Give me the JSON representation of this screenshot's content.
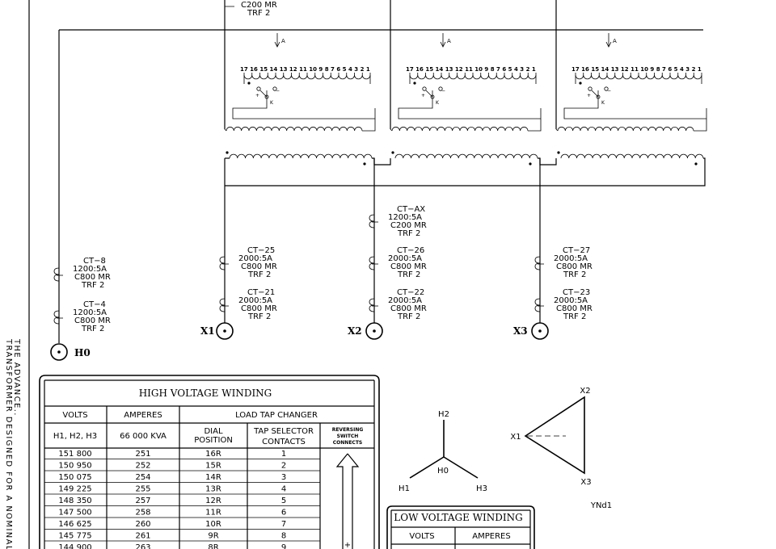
{
  "top_ct": {
    "rating": "C200 MR",
    "trf": "TRF 2"
  },
  "arrow_label": "A",
  "tap_numbers": "17 16 15 14 13 12 11 10 9 8 7 6 5 4 3 2 1",
  "k_label": "K",
  "sign_plus": "+",
  "sign_minus": "−",
  "cts": [
    {
      "id": "ct-8",
      "name": "CT−8",
      "ratio": "1200:5A",
      "rating": "C800 MR",
      "trf": "TRF 2"
    },
    {
      "id": "ct-4",
      "name": "CT−4",
      "ratio": "1200:5A",
      "rating": "C800 MR",
      "trf": "TRF 2"
    },
    {
      "id": "ct-25",
      "name": "CT−25",
      "ratio": "2000:5A",
      "rating": "C800 MR",
      "trf": "TRF 2"
    },
    {
      "id": "ct-21",
      "name": "CT−21",
      "ratio": "2000:5A",
      "rating": "C800 MR",
      "trf": "TRF 2"
    },
    {
      "id": "ct-ax",
      "name": "CT−AX",
      "ratio": "1200:5A",
      "rating": "C200 MR",
      "trf": "TRF 2"
    },
    {
      "id": "ct-26",
      "name": "CT−26",
      "ratio": "2000:5A",
      "rating": "C800 MR",
      "trf": "TRF 2"
    },
    {
      "id": "ct-22",
      "name": "CT−22",
      "ratio": "2000:5A",
      "rating": "C800 MR",
      "trf": "TRF 2"
    },
    {
      "id": "ct-27",
      "name": "CT−27",
      "ratio": "2000:5A",
      "rating": "C800 MR",
      "trf": "TRF 2"
    },
    {
      "id": "ct-23",
      "name": "CT−23",
      "ratio": "2000:5A",
      "rating": "C800 MR",
      "trf": "TRF 2"
    }
  ],
  "terminals": {
    "h0": "H0",
    "x1": "X1",
    "x2": "X2",
    "x3": "X3"
  },
  "side_note": {
    "line1": "TRANSFORMER DESIGNED FOR A NOMINAL I",
    "line2": "THE ADVANCE.."
  },
  "hv_table": {
    "title": "HIGH VOLTAGE WINDING",
    "col_volts": "VOLTS",
    "col_amperes": "AMPERES",
    "col_ltc": "LOAD TAP CHANGER",
    "sub_volts": "H1, H2, H3",
    "sub_amperes": "66 000 KVA",
    "sub_dial": "DIAL POSITION",
    "sub_dial_1": "DIAL",
    "sub_dial_2": "POSITION",
    "sub_tap_1": "TAP SELECTOR",
    "sub_tap_2": "CONTACTS",
    "sub_rev_1": "REVERSING",
    "sub_rev_2": "SWITCH",
    "sub_rev_3": "CONNECTS",
    "rev_plus": "+",
    "rows": [
      [
        "151 800",
        "251",
        "16R",
        "1"
      ],
      [
        "150 950",
        "252",
        "15R",
        "2"
      ],
      [
        "150 075",
        "254",
        "14R",
        "3"
      ],
      [
        "149 225",
        "255",
        "13R",
        "4"
      ],
      [
        "148 350",
        "257",
        "12R",
        "5"
      ],
      [
        "147 500",
        "258",
        "11R",
        "6"
      ],
      [
        "146 625",
        "260",
        "10R",
        "7"
      ],
      [
        "145 775",
        "261",
        "9R",
        "8"
      ],
      [
        "144 900",
        "263",
        "8R",
        "9"
      ]
    ]
  },
  "wye": {
    "h1": "H1",
    "h2": "H2",
    "h3": "H3",
    "h0": "H0"
  },
  "delta": {
    "x1": "X1",
    "x2": "X2",
    "x3": "X3",
    "vector_group": "YNd1"
  },
  "lv_table": {
    "title": "LOW VOLTAGE WINDING",
    "col_volts": "VOLTS",
    "col_amperes": "AMPERES"
  }
}
